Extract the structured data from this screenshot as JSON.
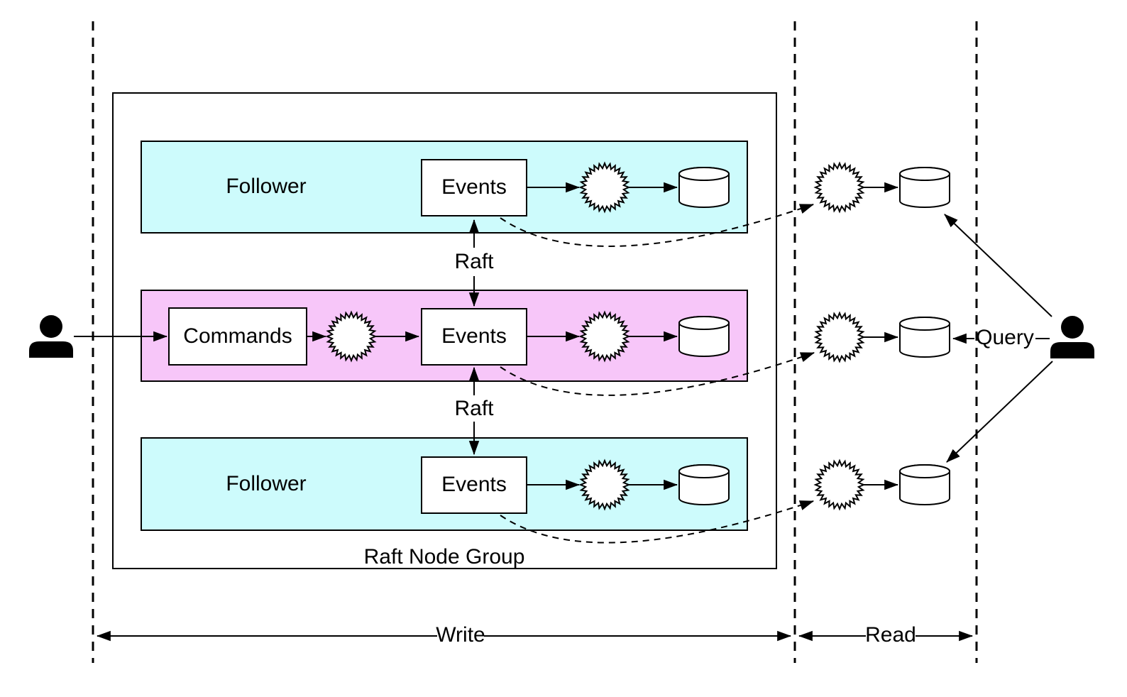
{
  "colors": {
    "background": "#ffffff",
    "follower_band": "#cdfbfc",
    "leader_band": "#f7c6f9",
    "stroke": "#000000",
    "node_fill": "#ffffff"
  },
  "raft_node_group": {
    "label": "Raft Node Group",
    "rows": [
      {
        "band_label": "Follower",
        "events_label": "Events"
      },
      {
        "commands_label": "Commands",
        "events_label": "Events"
      },
      {
        "band_label": "Follower",
        "events_label": "Events"
      }
    ],
    "raft_links": [
      {
        "label": "Raft"
      },
      {
        "label": "Raft"
      }
    ]
  },
  "read_side": {
    "query_label": "Query"
  },
  "axis": {
    "write_label": "Write",
    "read_label": "Read"
  },
  "icons": {
    "burst": "projection-burst-icon",
    "database": "database-cylinder-icon",
    "person_left": "writer-person-icon",
    "person_right": "reader-person-icon"
  }
}
